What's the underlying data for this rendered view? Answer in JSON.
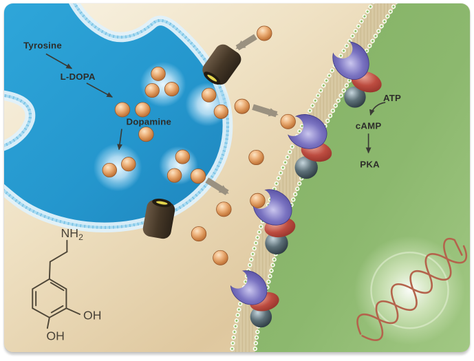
{
  "diagram": {
    "subject": "Dopamine synthesis, release and receptor signalling at a synapse"
  },
  "labels": {
    "tyrosine": "Tyrosine",
    "l_dopa": "L-DOPA",
    "dopamine": "Dopamine",
    "atp": "ATP",
    "camp": "cAMP",
    "pka": "PKA"
  },
  "structure": {
    "nh": "NH",
    "nh_sub": "2",
    "oh_right": "OH",
    "oh_bottom": "OH"
  },
  "pathways": [
    [
      "Tyrosine",
      "L-DOPA"
    ],
    [
      "L-DOPA",
      "Dopamine"
    ],
    [
      "ATP",
      "cAMP"
    ],
    [
      "cAMP",
      "PKA"
    ]
  ],
  "glyphs": {
    "dopamine_molecule": "orange sphere",
    "synaptic_vesicle": "light-blue halo circle",
    "dopamine_receptor": "purple crescent",
    "g_protein_alpha": "red ellipse",
    "g_protein_beta_gamma": "dark sphere",
    "dopamine_transporter": "dark brown cylinder with yellow slit",
    "dna": "red double helix",
    "membrane": "beaded lipid bilayer"
  },
  "colors": {
    "presynaptic_blue": "#2496cd",
    "cleft_tan": "#e3d0a8",
    "postsynaptic_green": "#8cb46e",
    "membrane_band": "#d8c9a3",
    "membrane_bead_blue": "#7cc3e5",
    "dopamine_orange": "#d9904f",
    "receptor_purple": "#5d55a6",
    "g_protein_red": "#b5473e",
    "g_protein_gray": "#323e46",
    "transporter_brown": "#433628",
    "dna_red": "#b4634c",
    "arrow_gray": "#9a9180",
    "label_dark": "#2d2d2a"
  }
}
